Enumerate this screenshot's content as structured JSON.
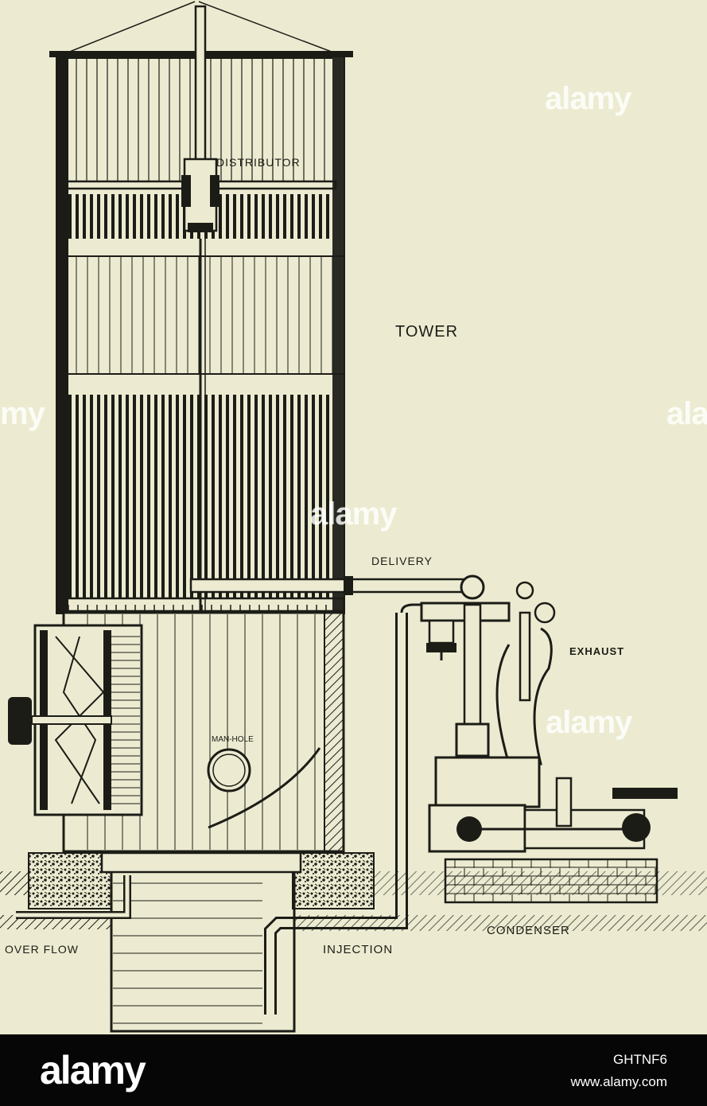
{
  "labels": {
    "distributor": "DISTRIBUTOR",
    "tower": "TOWER",
    "delivery": "DELIVERY",
    "exhaust": "EXHAUST",
    "man_hole": "MAN-HOLE",
    "condenser": "CONDENSER",
    "overflow": "OVER FLOW",
    "injection": "INJECTION"
  },
  "watermark": {
    "text": "alamy",
    "fragment_left": "my",
    "fragment_right": "ala"
  },
  "footer": {
    "logo": "alamy",
    "image_id": "GHTNF6",
    "site": "www.alamy.com"
  },
  "colors": {
    "paper": "#ecebd1",
    "ink": "#1c1c17",
    "footer_bg": "#060606"
  }
}
